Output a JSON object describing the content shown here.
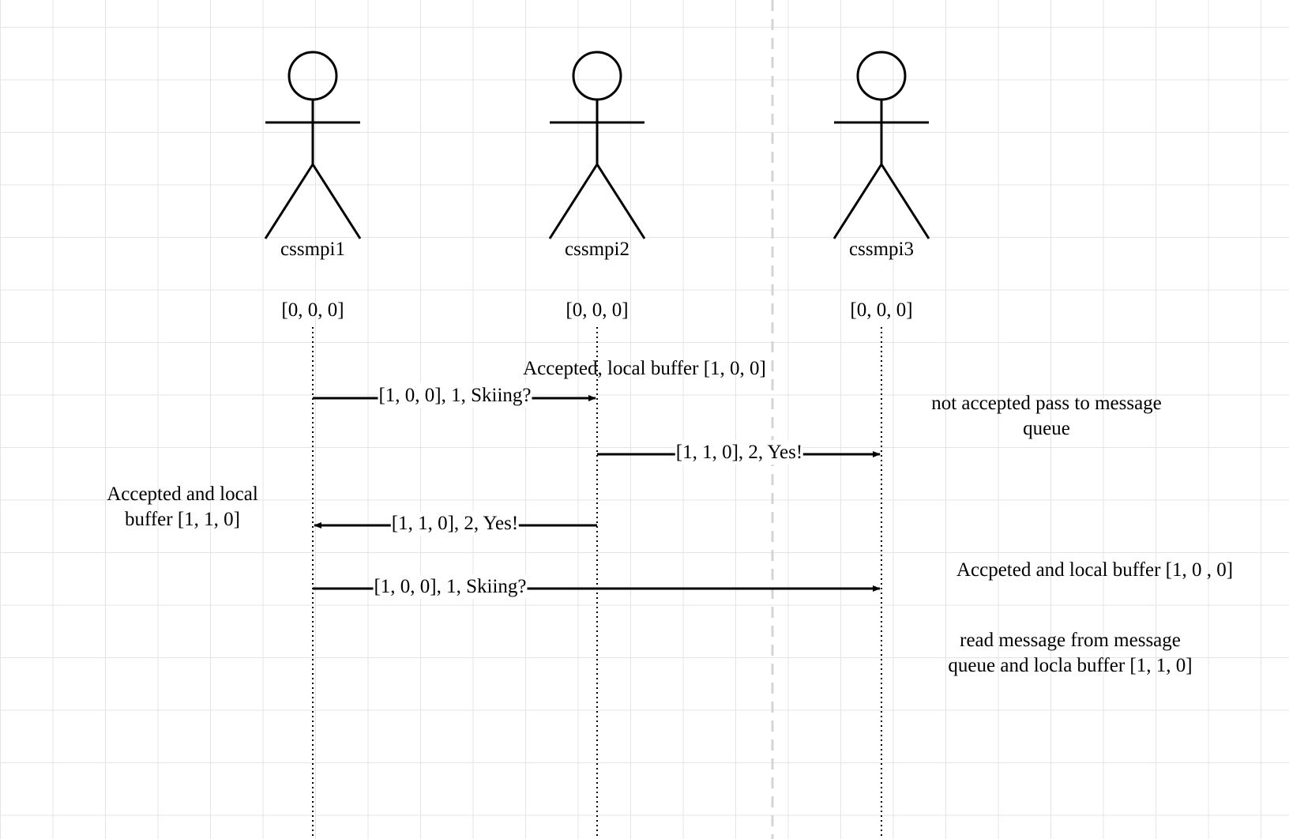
{
  "actors": [
    {
      "name": "cssmpi1",
      "clock": "[0, 0, 0]"
    },
    {
      "name": "cssmpi2",
      "clock": "[0, 0, 0]"
    },
    {
      "name": "cssmpi3",
      "clock": "[0, 0, 0]"
    }
  ],
  "messages": [
    {
      "label": "[1, 0, 0], 1,  Skiing?",
      "from": "cssmpi1",
      "to": "cssmpi2"
    },
    {
      "label": "[1, 1, 0], 2, Yes!",
      "from": "cssmpi2",
      "to": "cssmpi3"
    },
    {
      "label": "[1, 1, 0], 2, Yes!",
      "from": "cssmpi2",
      "to": "cssmpi1"
    },
    {
      "label": "[1, 0, 0], 1,  Skiing?",
      "from": "cssmpi1",
      "to": "cssmpi3"
    }
  ],
  "notes": {
    "accepted_local_buffer": "Accepted, local buffer [1, 0, 0]",
    "not_accepted_line1": "not accepted pass to message",
    "not_accepted_line2": "queue",
    "accepted_and_local_line1": "Accepted and local",
    "accepted_and_local_line2": "buffer [1, 1, 0]",
    "accpeted_and_local_buffer": "Accpeted and local buffer [1, 0 , 0]",
    "read_message_line1": "read message from message",
    "read_message_line2": "queue and locla buffer [1, 1, 0]"
  },
  "colors": {
    "stroke": "#000000",
    "grid": "#e4e4e4",
    "separator": "#d4d4d4",
    "background": "#ffffff"
  }
}
